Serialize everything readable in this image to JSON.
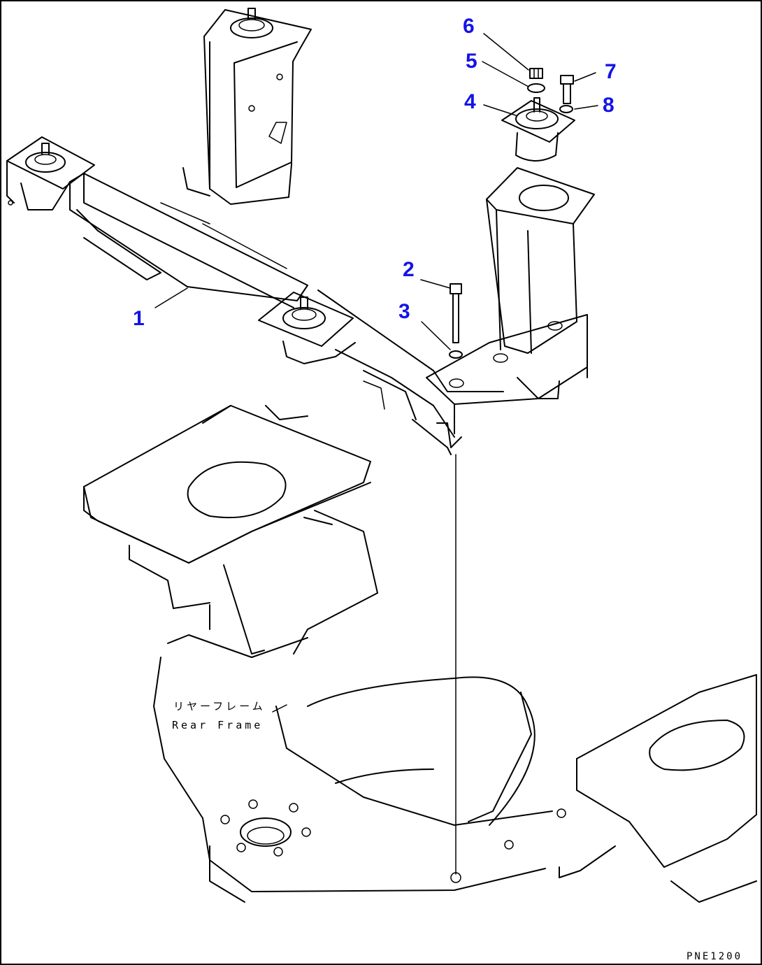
{
  "callouts": [
    {
      "num": "1"
    },
    {
      "num": "2"
    },
    {
      "num": "3"
    },
    {
      "num": "4"
    },
    {
      "num": "5"
    },
    {
      "num": "6"
    },
    {
      "num": "7"
    },
    {
      "num": "8"
    }
  ],
  "label": {
    "jp": "リヤーフレーム",
    "en": "Rear Frame"
  },
  "drawing_code": "PNE1200"
}
